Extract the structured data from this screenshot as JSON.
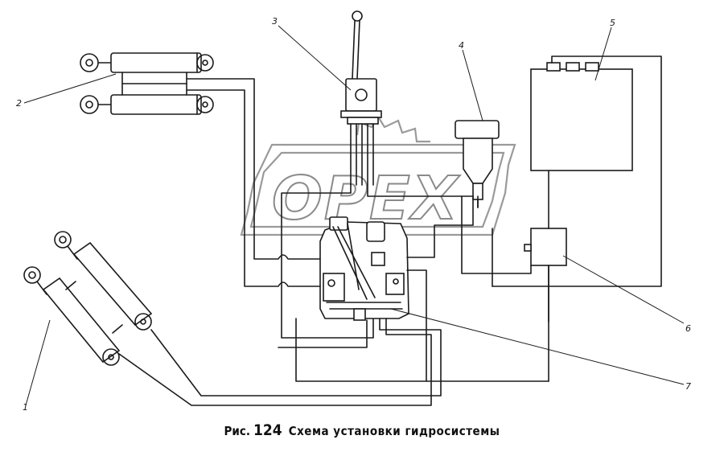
{
  "figure": {
    "prefix": "Рис.",
    "number": "124",
    "title": "Схема установки гидросистемы"
  },
  "labels": {
    "l1": "1",
    "l2": "2",
    "l3": "3",
    "l4": "4",
    "l5": "5",
    "l6": "6",
    "l7": "7"
  },
  "watermark": {
    "text": "OPEX"
  }
}
